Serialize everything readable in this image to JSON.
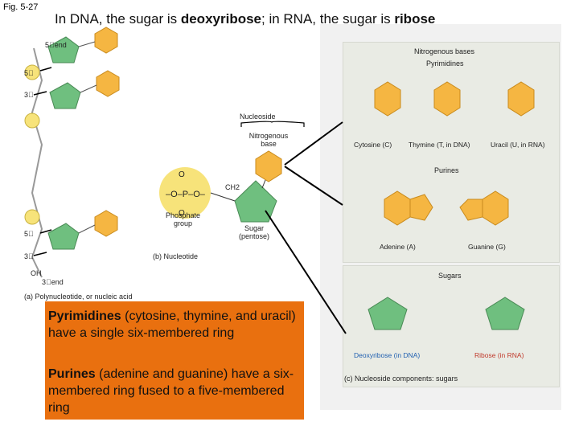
{
  "figure_label": "Fig. 5-27",
  "title": {
    "pre": "In DNA, the sugar is ",
    "sugar_dna": "deoxyribose",
    "mid": "; in RNA, the sugar is ",
    "sugar_rna": "ribose"
  },
  "strand": {
    "end5_top": "5\u0000end",
    "mark5_a": "5\u0000",
    "mark3_a": "3\u0000",
    "mark5_b": "5\u0000",
    "mark3_b": "3\u0000",
    "end3_bottom": "3\u0000end"
  },
  "labels": {
    "nucleoside": "Nucleoside",
    "nitrogenous_base": "Nitrogenous base",
    "phosphate_group": "Phosphate group",
    "sugar_pentose": "Sugar (pentose)",
    "caption_b": "(b) Nucleotide",
    "caption_a": "(a) Polynucleotide, or nucleic acid",
    "oh": "OH",
    "ch2": "CH2"
  },
  "panel_c": {
    "heading": "Nitrogenous bases",
    "pyrimidines": "Pyrimidines",
    "cytosine": "Cytosine (C)",
    "thymine": "Thymine (T, in DNA)",
    "uracil": "Uracil (U, in RNA)",
    "purines": "Purines",
    "adenine": "Adenine (A)",
    "guanine": "Guanine (G)",
    "sugars": "Sugars",
    "deoxyribose": "Deoxyribose (in DNA)",
    "ribose": "Ribose (in RNA)",
    "caption_c": "(c) Nucleoside components: sugars"
  },
  "notes": {
    "pyrimidines_term": "Pyrimidines",
    "pyrimidines_text": " (cytosine, thymine, and uracil) have a single six-membered ring",
    "purines_term": "Purines",
    "purines_text": " (adenine and guanine) have a six-membered ring fused to a five-membered ring"
  },
  "colors": {
    "sugar": "#6fbf7f",
    "base": "#f5b642",
    "phosphate": "#f7e37a",
    "orange_box": "#e9700f",
    "deoxyribose_text": "#1f5fb0",
    "ribose_text": "#c0392b"
  }
}
